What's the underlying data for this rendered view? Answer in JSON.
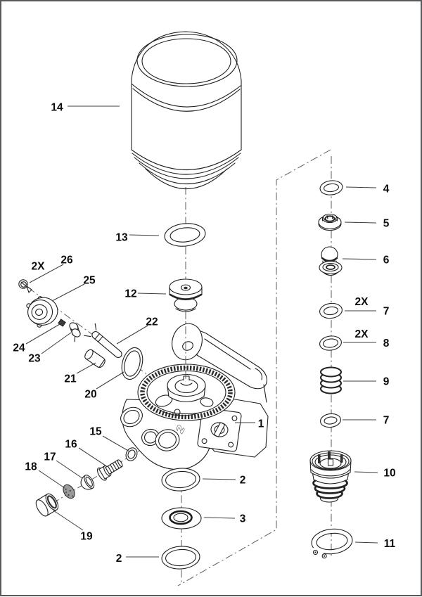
{
  "figure": {
    "type": "exploded-parts-diagram",
    "callouts": {
      "p1": "1",
      "p2_upper": "2",
      "p2_lower": "2",
      "p3": "3",
      "p4": "4",
      "p5": "5",
      "p6": "6",
      "p7_upper": "7",
      "p7_lower": "7",
      "p8": "8",
      "p9": "9",
      "p10": "10",
      "p11": "11",
      "p12": "12",
      "p13": "13",
      "p14": "14",
      "p15": "15",
      "p16": "16",
      "p17": "17",
      "p18": "18",
      "p19": "19",
      "p20": "20",
      "p21": "21",
      "p22": "22",
      "p23": "23",
      "p24": "24",
      "p25": "25",
      "p26": "26"
    },
    "quantity_labels": {
      "group_26": "2X",
      "item_7": "2X",
      "item_8": "2X"
    },
    "cast_mark": "2",
    "colors": {
      "line": "#1f1f1f",
      "background": "#ffffff",
      "frame_border": "#58595b",
      "centerline": "#5b5b5b"
    }
  }
}
